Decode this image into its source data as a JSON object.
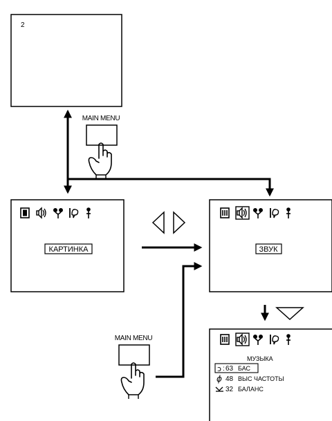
{
  "screens": {
    "top": {
      "number": "2"
    },
    "left": {
      "selected_label": "КАРТИНКА"
    },
    "right": {
      "selected_label": "ЗВУК"
    },
    "bottom": {
      "title": "МУЗЫКА",
      "rows": [
        {
          "value": "63",
          "label": "БАС"
        },
        {
          "value": "48",
          "label": "ВЫС ЧАСТОТЫ"
        },
        {
          "value": "32",
          "label": "БАЛАНС"
        }
      ]
    }
  },
  "buttons": {
    "upper_label": "MAIN MENU",
    "lower_label": "MAIN MENU"
  },
  "menu_icons": [
    "picture-icon",
    "sound-icon",
    "features-icon",
    "language-icon",
    "setup-icon"
  ]
}
